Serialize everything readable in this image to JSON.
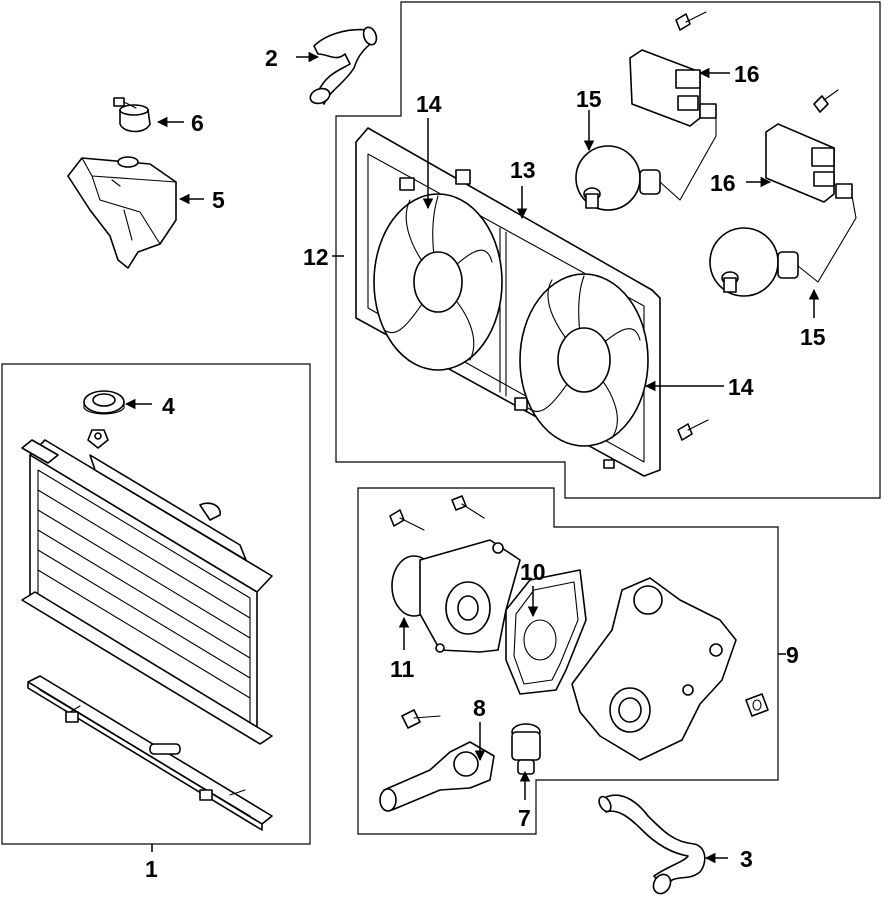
{
  "diagram": {
    "callouts": {
      "c1": "1",
      "c2": "2",
      "c3": "3",
      "c4": "4",
      "c5": "5",
      "c6": "6",
      "c7": "7",
      "c8": "8",
      "c9": "9",
      "c10": "10",
      "c11": "11",
      "c12": "12",
      "c13": "13",
      "c14a": "14",
      "c14b": "14",
      "c15a": "15",
      "c15b": "15",
      "c16a": "16",
      "c16b": "16"
    }
  }
}
